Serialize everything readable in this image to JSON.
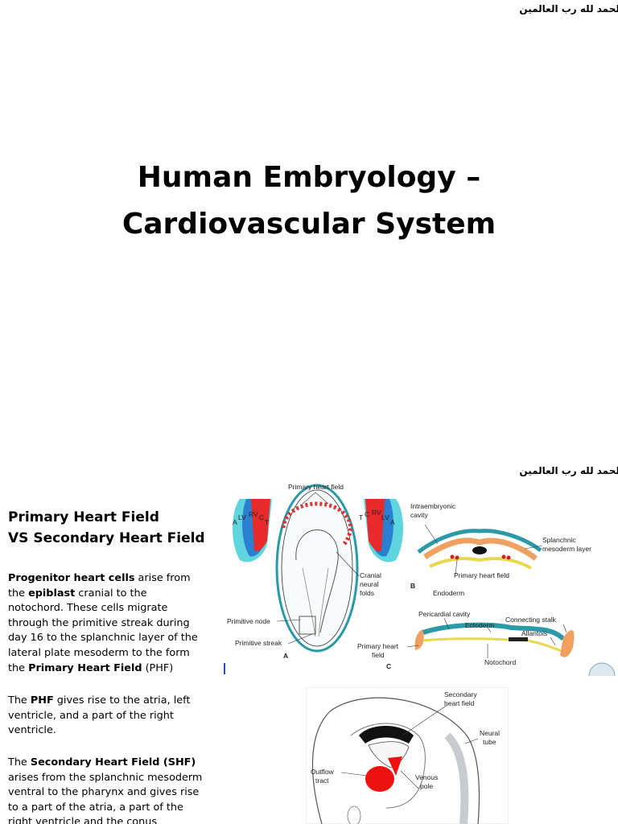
{
  "slide1": {
    "arabic_header": "الحمد لله رب العالمين",
    "title_line1": "Human Embryology –",
    "title_line2": "Cardiovascular System"
  },
  "slide2": {
    "arabic_header": "الحمد لله رب العالمين",
    "heading_line1": "Primary Heart Field",
    "heading_line2": "VS Secondary Heart Field",
    "p1": {
      "b1": "Progenitor heart cells",
      "t1": " arise from the ",
      "b2": "epiblast",
      "t2": " cranial to the notochord.  These cells migrate through the primitive streak during day 16 to the splanchnic layer of the lateral plate mesoderm to the form the ",
      "b3": "Primary Heart Field",
      "t3": "  (PHF)"
    },
    "p2": {
      "t1": "The ",
      "b1": "PHF",
      "t2": " gives rise to the atria, left ventricle, and a part of the right ventricle."
    },
    "p3": {
      "t1": "The ",
      "b1": "Secondary Heart Field (SHF)",
      "t2": " arises from the splanchnic mesoderm ventral to the pharynx and gives rise to a part of the atria, a part of the right ventricle and the conus arteriosus and truncus"
    },
    "figure1": {
      "primary_heart_field": "Primary heart field",
      "cranial": "Cranial",
      "neural": "neural",
      "folds": "folds",
      "primitive_node": "Primitive node",
      "primitive_streak": "Primitive streak",
      "panel_a": "A",
      "intraembryonic": "Intraembryonic",
      "cavity": "cavity",
      "splanchnic": "Splanchnic",
      "mesoderm_layer": "mesoderm layer",
      "primary_heart_field_b": "Primary heart field",
      "endoderm": "Endoderm",
      "panel_b": "B",
      "pericardial_cavity": "Pericardial cavity",
      "ectoderm": "Ectoderm",
      "connecting_stalk": "Connecting stalk",
      "allantois": "Allantois",
      "primary_heart": "Primary heart",
      "field": "field",
      "notochord": "Notochord",
      "panel_c": "C",
      "left_a": "A",
      "left_lv": "LV",
      "left_rv": "RV",
      "left_c": "C",
      "left_t": "T",
      "right_t": "T",
      "right_c": "C",
      "right_rv": "RV",
      "right_lv": "LV",
      "right_a": "A"
    },
    "figure2": {
      "secondary": "Secondary",
      "heart_field": "heart field",
      "neural": "Neural",
      "tube": "tube",
      "outflow": "Outflow",
      "tract": "tract",
      "venous": "Venous",
      "pole": "pole"
    }
  }
}
